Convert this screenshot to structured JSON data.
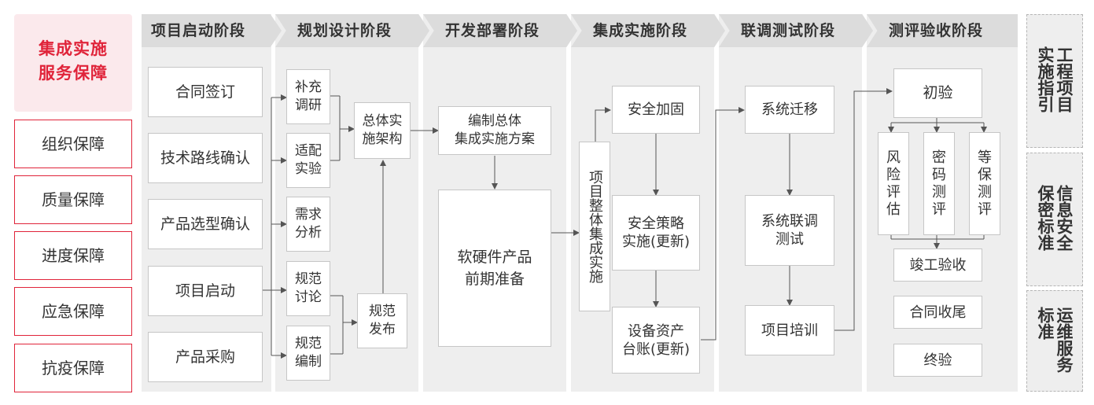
{
  "left": {
    "title": "集成实施\n服务保障",
    "items": [
      "组织保障",
      "质量保障",
      "进度保障",
      "应急保障",
      "抗疫保障"
    ]
  },
  "stages": [
    "项目启动阶段",
    "规划设计阶段",
    "开发部署阶段",
    "集成实施阶段",
    "联调测试阶段",
    "测评验收阶段"
  ],
  "start": [
    "合同签订",
    "技术路线确认",
    "产品选型确认",
    "项目启动",
    "产品采购"
  ],
  "plan": {
    "supplement": "补充调研",
    "adapt": "适配实验",
    "demand": "需求分析",
    "discuss": "规范讨论",
    "compile": "规范编制",
    "arch": "总体实施架构",
    "publish": "规范发布"
  },
  "dev": {
    "scheme": "编制总体\n集成实施方案",
    "prep": "软硬件产品\n前期准备"
  },
  "impl": {
    "overall": "项目整体集成实施",
    "harden": "安全加固",
    "policy": "安全策略\n实施(更新)",
    "ledger": "设备资产\n台账(更新)"
  },
  "test": {
    "migrate": "系统迁移",
    "joint": "系统联调\n测试",
    "train": "项目培训"
  },
  "accept": {
    "initial": "初验",
    "risk": "风险评估",
    "crypto": "密码测评",
    "level": "等保测评",
    "complete": "竣工验收",
    "contract_end": "合同收尾",
    "final": "终验"
  },
  "right": [
    "工程项目实施指引",
    "信息安全保密标准",
    "运维服务标准"
  ],
  "colors": {
    "accent": "#e0243a",
    "accent_bg": "#fbe9ec",
    "column_bg": "#eeeeee",
    "header_bg": "#dcdcdc",
    "line": "#555555"
  }
}
